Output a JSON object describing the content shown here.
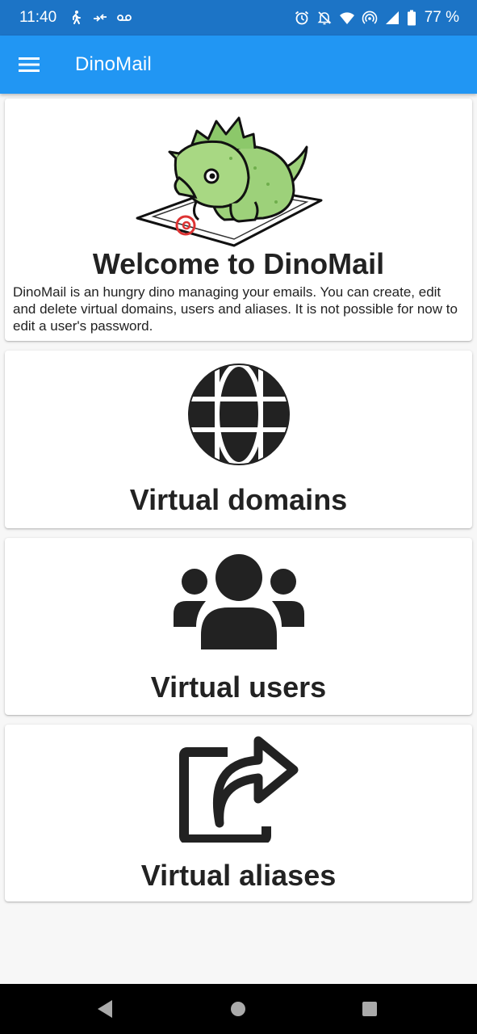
{
  "status_bar": {
    "time": "11:40",
    "battery": "77 %",
    "left_icons": [
      "walking-icon",
      "data-transfer-icon",
      "voicemail-icon"
    ],
    "right_icons": [
      "alarm-icon",
      "notifications-off-icon",
      "wifi-icon",
      "hotspot-icon",
      "signal-icon",
      "battery-icon"
    ]
  },
  "app_bar": {
    "title": "DinoMail",
    "menu_icon": "hamburger-menu-icon",
    "color": "#2196f3"
  },
  "welcome": {
    "title": "Welcome to DinoMail",
    "description": "DinoMail is an hungry dino managing your emails. You can create, edit and delete virtual domains, users and aliases. It is not possible for now to edit a user's password.",
    "image_icon": "dino-mascot-icon"
  },
  "cards": {
    "domains": {
      "label": "Virtual domains",
      "icon": "globe-icon"
    },
    "users": {
      "label": "Virtual users",
      "icon": "users-group-icon"
    },
    "aliases": {
      "label": "Virtual aliases",
      "icon": "share-arrow-icon"
    }
  },
  "nav_bar": {
    "back_icon": "back-triangle-icon",
    "home_icon": "home-circle-icon",
    "recents_icon": "recents-square-icon"
  },
  "colors": {
    "status_bar": "#1c74c6",
    "app_bar": "#2196f3",
    "background": "#f7f7f7",
    "text": "#222222",
    "dino_green": "#9dd17a"
  }
}
